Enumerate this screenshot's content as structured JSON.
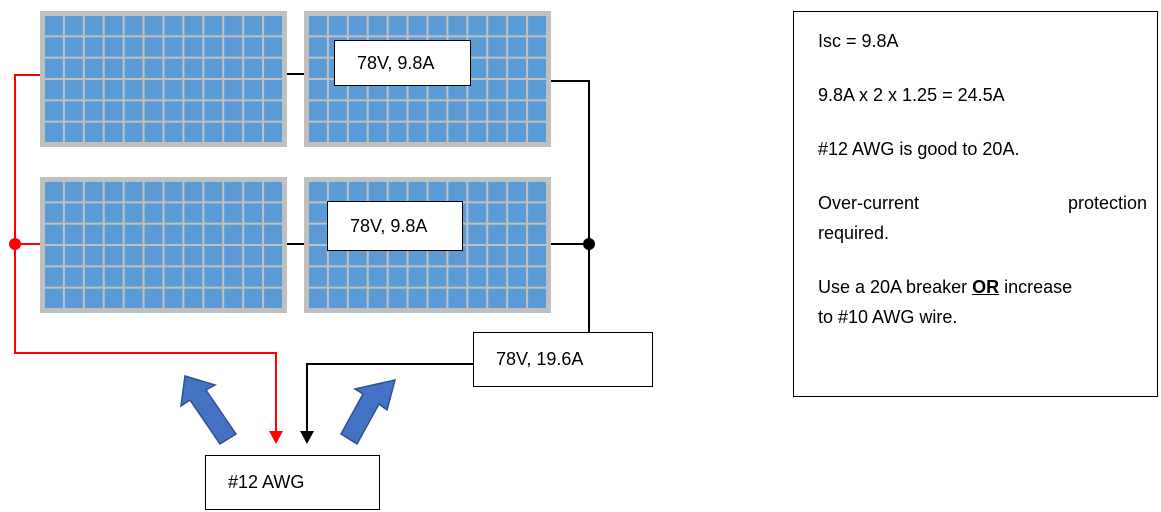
{
  "panel_labels": {
    "top_string": "78V, 9.8A",
    "bottom_string": "78V, 9.8A",
    "combined": "78V, 19.6A",
    "wire": "#12 AWG"
  },
  "notes": {
    "isc": "Isc = 9.8A",
    "calc": "9.8A x 2 x 1.25 = 24.5A",
    "rating": "#12 AWG is good to 20A.",
    "ocp_1": "Over-current",
    "ocp_2": "protection",
    "ocp_3": "required.",
    "fix_pre": "Use a 20A breaker ",
    "fix_or": "OR",
    "fix_post": " increase",
    "fix_line2": "to #10 AWG wire."
  },
  "colors": {
    "panel_frame": "#c0c0c0",
    "cell": "#5b9bd5",
    "positive_wire": "#ff0000",
    "negative_wire": "#000000",
    "arrow": "#4472c4"
  }
}
